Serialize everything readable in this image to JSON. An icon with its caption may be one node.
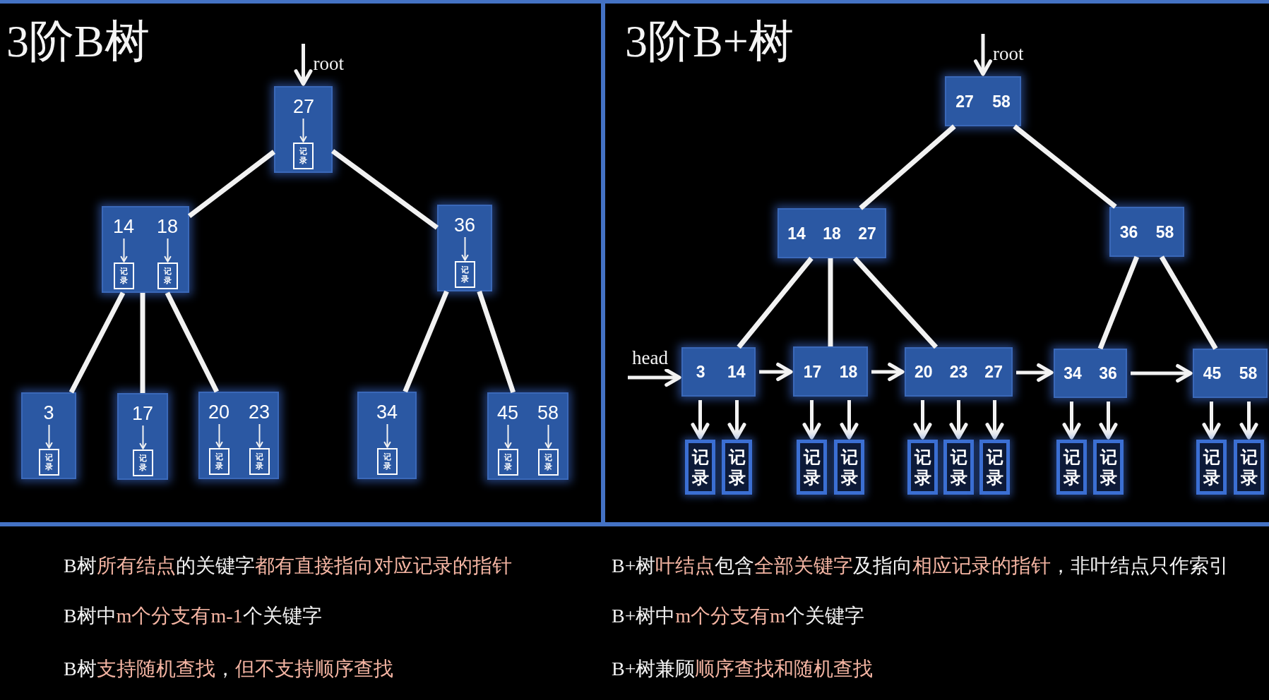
{
  "diagram": {
    "nodes": [
      {
        "text": [
          "3阶B树"
        ]
      },
      {
        "text": [],
        "shape": "box",
        "in": 0
      },
      {
        "text": [
          "27"
        ],
        "in": 1
      },
      {
        "text": [
          "记录"
        ],
        "in": 1
      },
      {
        "text": [],
        "shape": "box",
        "in": 0
      },
      {
        "text": [
          "14"
        ],
        "in": 4
      },
      {
        "text": [
          "18"
        ],
        "in": 4
      },
      {
        "text": [
          "记录"
        ],
        "in": 4
      },
      {
        "text": [
          "记录"
        ],
        "in": 4
      },
      {
        "text": [],
        "shape": "box",
        "in": 0
      },
      {
        "text": [
          "36"
        ],
        "in": 9
      },
      {
        "text": [
          "记录"
        ],
        "in": 9
      },
      {
        "text": [],
        "shape": "box",
        "in": 0
      },
      {
        "text": [
          "3"
        ],
        "in": 12
      },
      {
        "text": [
          "记录"
        ],
        "in": 12
      },
      {
        "text": [],
        "shape": "box",
        "in": 0
      },
      {
        "text": [
          "17"
        ],
        "in": 15
      },
      {
        "text": [
          "记录"
        ],
        "in": 15
      },
      {
        "text": [],
        "shape": "box",
        "in": 0
      },
      {
        "text": [
          "20"
        ],
        "in": 18
      },
      {
        "text": [
          "23"
        ],
        "in": 18
      },
      {
        "text": [
          "记录"
        ],
        "in": 18
      },
      {
        "text": [
          "记录"
        ],
        "in": 18
      },
      {
        "text": [],
        "shape": "box",
        "in": 0
      },
      {
        "text": [
          "34"
        ],
        "in": 23
      },
      {
        "text": [
          "记录"
        ],
        "in": 23
      },
      {
        "text": [],
        "shape": "box",
        "in": 0
      },
      {
        "text": [
          "45"
        ],
        "in": 26
      },
      {
        "text": [
          "58"
        ],
        "in": 26
      },
      {
        "text": [
          "记录"
        ],
        "in": 26
      },
      {
        "text": [
          "记录"
        ],
        "in": 26
      },
      {
        "text": [
          "3阶B+树"
        ]
      },
      {
        "text": [
          "27",
          "58"
        ],
        "in": 31
      },
      {
        "text": [
          "14",
          "18",
          "27"
        ],
        "in": 31
      },
      {
        "text": [
          "36",
          "58"
        ],
        "in": 31
      },
      {
        "text": [
          "3",
          "14"
        ],
        "in": 31
      },
      {
        "text": [
          "17",
          "18"
        ],
        "in": 31
      },
      {
        "text": [
          "20",
          "23",
          "27"
        ],
        "in": 31
      },
      {
        "text": [
          "34",
          "36"
        ],
        "in": 31
      },
      {
        "text": [
          "45",
          "58"
        ],
        "in": 31
      },
      {
        "text": [
          "记录"
        ],
        "in": 31
      },
      {
        "text": [
          "记录"
        ],
        "in": 31
      },
      {
        "text": [
          "记录"
        ],
        "in": 31
      },
      {
        "text": [
          "记录"
        ],
        "in": 31
      },
      {
        "text": [
          "记录"
        ],
        "in": 31
      },
      {
        "text": [
          "记录"
        ],
        "in": 31
      },
      {
        "text": [
          "记录"
        ],
        "in": 31
      },
      {
        "text": [
          "记录"
        ],
        "in": 31
      },
      {
        "text": [
          "记录"
        ],
        "in": 31
      },
      {
        "text": [
          "记录"
        ],
        "in": 31
      },
      {
        "text": [
          "记录"
        ],
        "in": 31
      }
    ],
    "edges": [
      {
        "from": null,
        "to": 1,
        "arrow": "to",
        "label": "root"
      },
      {
        "from": 1,
        "to": 4,
        "arrow": "none"
      },
      {
        "from": 1,
        "to": 9,
        "arrow": "none"
      },
      {
        "from": 2,
        "to": 3,
        "arrow": "to"
      },
      {
        "from": 4,
        "to": 12,
        "arrow": "none"
      },
      {
        "from": 4,
        "to": 15,
        "arrow": "none"
      },
      {
        "from": 4,
        "to": 18,
        "arrow": "none"
      },
      {
        "from": 5,
        "to": 7,
        "arrow": "to"
      },
      {
        "from": 6,
        "to": 8,
        "arrow": "to"
      },
      {
        "from": 9,
        "to": 23,
        "arrow": "none"
      },
      {
        "from": 9,
        "to": 26,
        "arrow": "none"
      },
      {
        "from": 10,
        "to": 11,
        "arrow": "to"
      },
      {
        "from": 13,
        "to": 14,
        "arrow": "to"
      },
      {
        "from": 16,
        "to": 17,
        "arrow": "to"
      },
      {
        "from": 19,
        "to": 21,
        "arrow": "to"
      },
      {
        "from": 20,
        "to": 22,
        "arrow": "to"
      },
      {
        "from": 24,
        "to": 25,
        "arrow": "to"
      },
      {
        "from": 27,
        "to": 29,
        "arrow": "to"
      },
      {
        "from": 28,
        "to": 30,
        "arrow": "to"
      },
      {
        "from": null,
        "to": 32,
        "arrow": "to",
        "label": "root"
      },
      {
        "from": 32,
        "to": 33,
        "arrow": "none"
      },
      {
        "from": 32,
        "to": 34,
        "arrow": "none"
      },
      {
        "from": 33,
        "to": 35,
        "arrow": "none"
      },
      {
        "from": 33,
        "to": 36,
        "arrow": "none"
      },
      {
        "from": 33,
        "to": 37,
        "arrow": "none"
      },
      {
        "from": 34,
        "to": 38,
        "arrow": "none"
      },
      {
        "from": 34,
        "to": 39,
        "arrow": "none"
      },
      {
        "from": null,
        "to": 35,
        "arrow": "to",
        "label": "head"
      },
      {
        "from": 35,
        "to": 36,
        "arrow": "to"
      },
      {
        "from": 36,
        "to": 37,
        "arrow": "to"
      },
      {
        "from": 37,
        "to": 38,
        "arrow": "to"
      },
      {
        "from": 38,
        "to": 39,
        "arrow": "to"
      },
      {
        "from": 35,
        "to": 40,
        "arrow": "to"
      },
      {
        "from": 35,
        "to": 41,
        "arrow": "to"
      },
      {
        "from": 36,
        "to": 42,
        "arrow": "to"
      },
      {
        "from": 36,
        "to": 43,
        "arrow": "to"
      },
      {
        "from": 37,
        "to": 44,
        "arrow": "to"
      },
      {
        "from": 37,
        "to": 45,
        "arrow": "to"
      },
      {
        "from": 37,
        "to": 46,
        "arrow": "to"
      },
      {
        "from": 38,
        "to": 47,
        "arrow": "to"
      },
      {
        "from": 38,
        "to": 48,
        "arrow": "to"
      },
      {
        "from": 39,
        "to": 49,
        "arrow": "to"
      },
      {
        "from": 39,
        "to": 50,
        "arrow": "to"
      }
    ],
    "labels": [
      "B树**所有结点**的关键字**都有直接指向对应记录的指针**",
      "B+树**叶结点**包含**全部关键字**及指向**相应记录的指针**，非叶结点只作索引",
      "B树中**m个分支有m-1**个关键字",
      "B+树中**m个分支有m**个关键字",
      "B树**支持随机查找**，**但不支持顺序查找**",
      "B+树兼顾**顺序查找和随机查找**"
    ]
  }
}
